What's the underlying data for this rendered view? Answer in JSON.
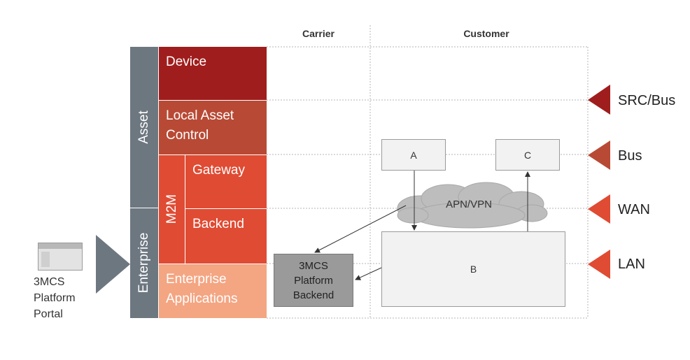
{
  "columns": {
    "carrier": "Carrier",
    "customer": "Customer"
  },
  "side_labels": {
    "asset": "Asset",
    "enterprise": "Enterprise",
    "m2m": "M2M"
  },
  "layers": {
    "device": "Device",
    "local_asset_control": [
      "Local Asset",
      "Control"
    ],
    "gateway": "Gateway",
    "backend": "Backend",
    "enterprise_applications": [
      "Enterprise",
      "Applications"
    ]
  },
  "nodes": {
    "a": "A",
    "b": "B",
    "c": "C",
    "cloud": "APN/VPN",
    "platform_backend": [
      "3MCS",
      "Platform",
      "Backend"
    ]
  },
  "interfaces": [
    "SRC/Bus",
    "Bus",
    "WAN",
    "LAN"
  ],
  "portal": [
    "3MCS",
    "Platform",
    "Portal"
  ],
  "colors": {
    "device": "#a01d1d",
    "local_asset_control": "#b84a35",
    "gateway": "#e04b33",
    "backend": "#e04b33",
    "enterprise_applications": "#f4a582",
    "side_bar": "#6d7780",
    "arrow_dark_red": "#a01d1d",
    "arrow_rust": "#b84a35",
    "arrow_red": "#e04b33"
  }
}
